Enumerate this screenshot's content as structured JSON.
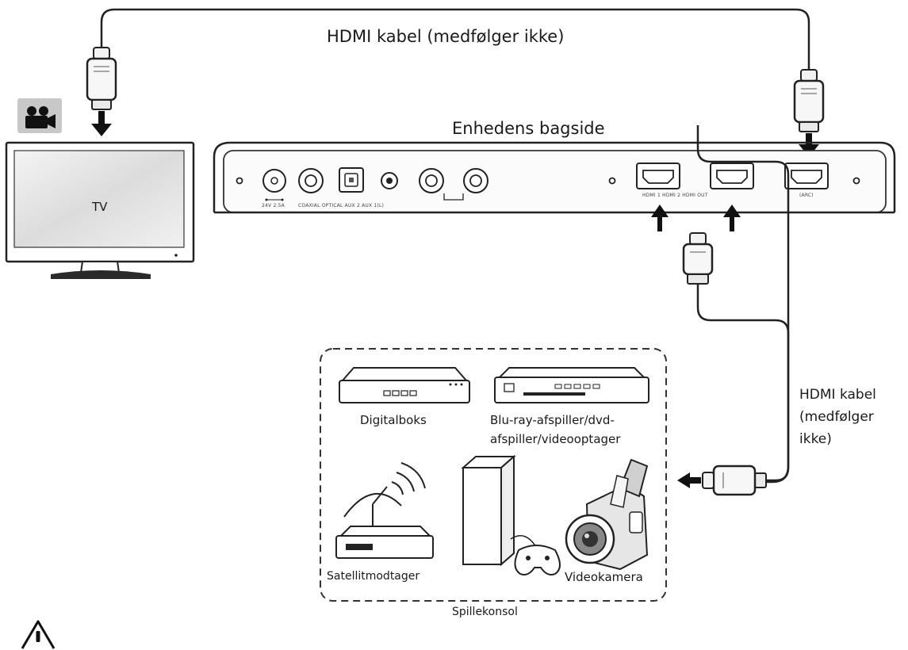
{
  "labels": {
    "top_cable": "HDMI kabel (medfølger ikke)",
    "device_rear": "Enhedens bagside",
    "tv": "TV",
    "side_cable_line1": "HDMI kabel",
    "side_cable_line2": "(medfølger",
    "side_cable_line3": "ikke)",
    "digitalbox": "Digitalboks",
    "bluray_line1": "Blu-ray-afspiller/dvd-",
    "bluray_line2": "afspiller/videooptager",
    "satellite": "Satellitmodtager",
    "camcorder": "Videokamera",
    "console": "Spillekonsol"
  },
  "port_labels": {
    "power": "24V 2.5A",
    "left_group": "COAXIAL OPTICAL AUX 2 AUX 1(L)",
    "hdmi_group": "HDMI 1 HDMI 2 HDMI OUT",
    "arc": "(ARC)"
  },
  "icons": {
    "camera_badge": "video-camera-icon",
    "warning": "warning-triangle-icon"
  }
}
